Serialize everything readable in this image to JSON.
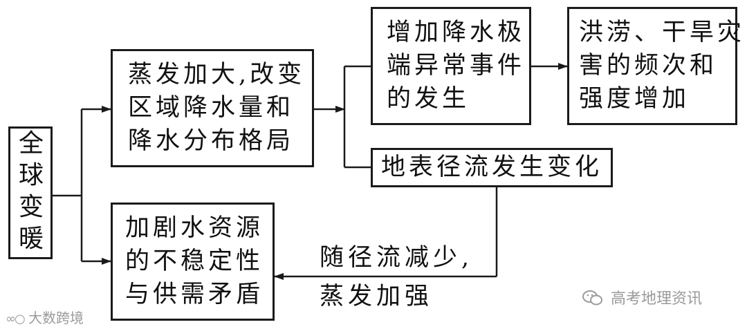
{
  "nodes": {
    "global_warming": [
      "全",
      "球",
      "变",
      "暖"
    ],
    "evaporation_box": [
      "蒸发加大,改变",
      "区域降水量和",
      "降水分布格局"
    ],
    "extreme_events_box": [
      "增加降水极",
      "端异常事件",
      "的发生"
    ],
    "floods_box": [
      "洪涝、干旱灾",
      "害的频次和",
      "强度增加"
    ],
    "runoff_box": [
      "地表径流发生变化"
    ],
    "water_resources_box": [
      "加剧水资源",
      "的不稳定性",
      "与供需矛盾"
    ]
  },
  "edge_labels": {
    "runoff_to_resources": [
      "随径流减少,",
      "蒸发加强"
    ]
  },
  "watermarks": {
    "left": "大数跨境",
    "right": "高考地理资讯"
  },
  "colors": {
    "stroke": "#1a1a1a",
    "watermark": "#9a9a9a"
  }
}
